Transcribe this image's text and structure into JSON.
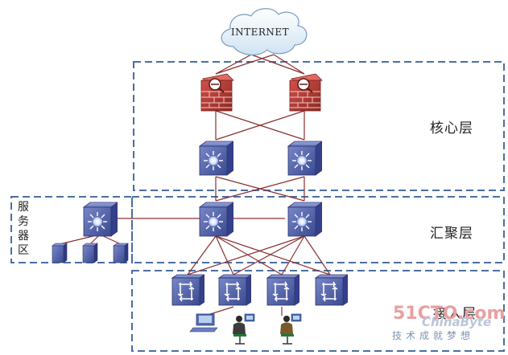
{
  "internet_label": "INTERNET",
  "layers": {
    "core": "核心层",
    "aggregation": "汇聚层",
    "access": "接入层"
  },
  "server_zone_label": "服务器区",
  "watermark": {
    "line1": "51CTO.com",
    "line2": "ChinaByte",
    "line3": "技术成就梦想"
  },
  "colors": {
    "frame_dash": "#4a6fa0",
    "link_line": "#8a3030",
    "device_blue": "#4d5ea8",
    "firewall_red": "#b43c38"
  },
  "icons": {
    "cloud": "internet-cloud-icon",
    "firewall": "firewall-icon",
    "l3_switch": "multilayer-switch-icon",
    "access_switch": "access-switch-icon",
    "server": "server-icon",
    "workstation": "workstation-icon",
    "user": "user-at-pc-icon"
  }
}
